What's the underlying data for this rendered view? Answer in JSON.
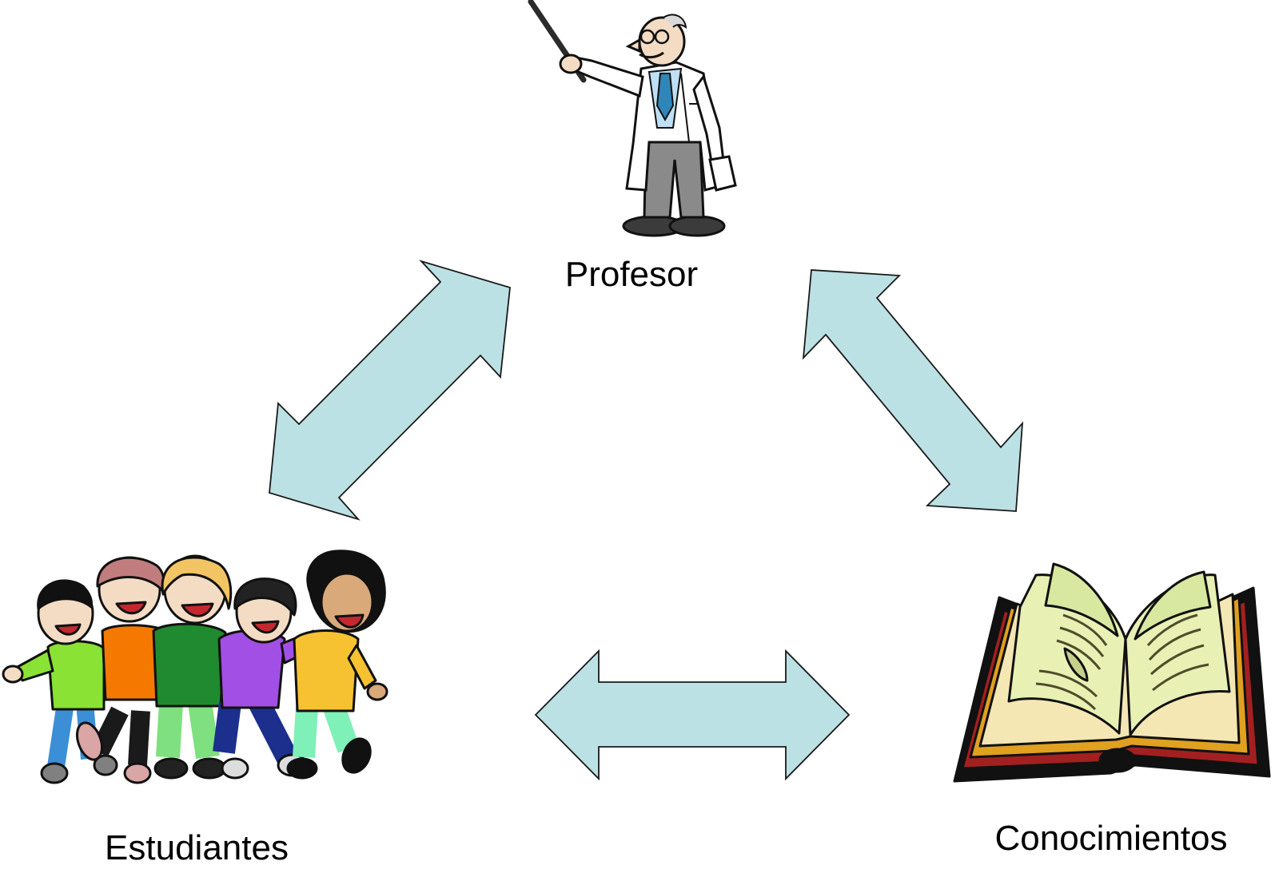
{
  "nodes": {
    "profesor": {
      "label": "Profesor",
      "icon": "teacher-with-pointer-icon"
    },
    "estudiantes": {
      "label": "Estudiantes",
      "icon": "group-of-students-icon"
    },
    "conocimientos": {
      "label": "Conocimientos",
      "icon": "open-book-icon"
    }
  },
  "connections": [
    {
      "from": "profesor",
      "to": "estudiantes",
      "type": "bidirectional"
    },
    {
      "from": "profesor",
      "to": "conocimientos",
      "type": "bidirectional"
    },
    {
      "from": "estudiantes",
      "to": "conocimientos",
      "type": "bidirectional"
    }
  ],
  "colors": {
    "arrow_fill": "#BCE1E4",
    "arrow_stroke": "#1A1A1A",
    "text": "#000000"
  }
}
